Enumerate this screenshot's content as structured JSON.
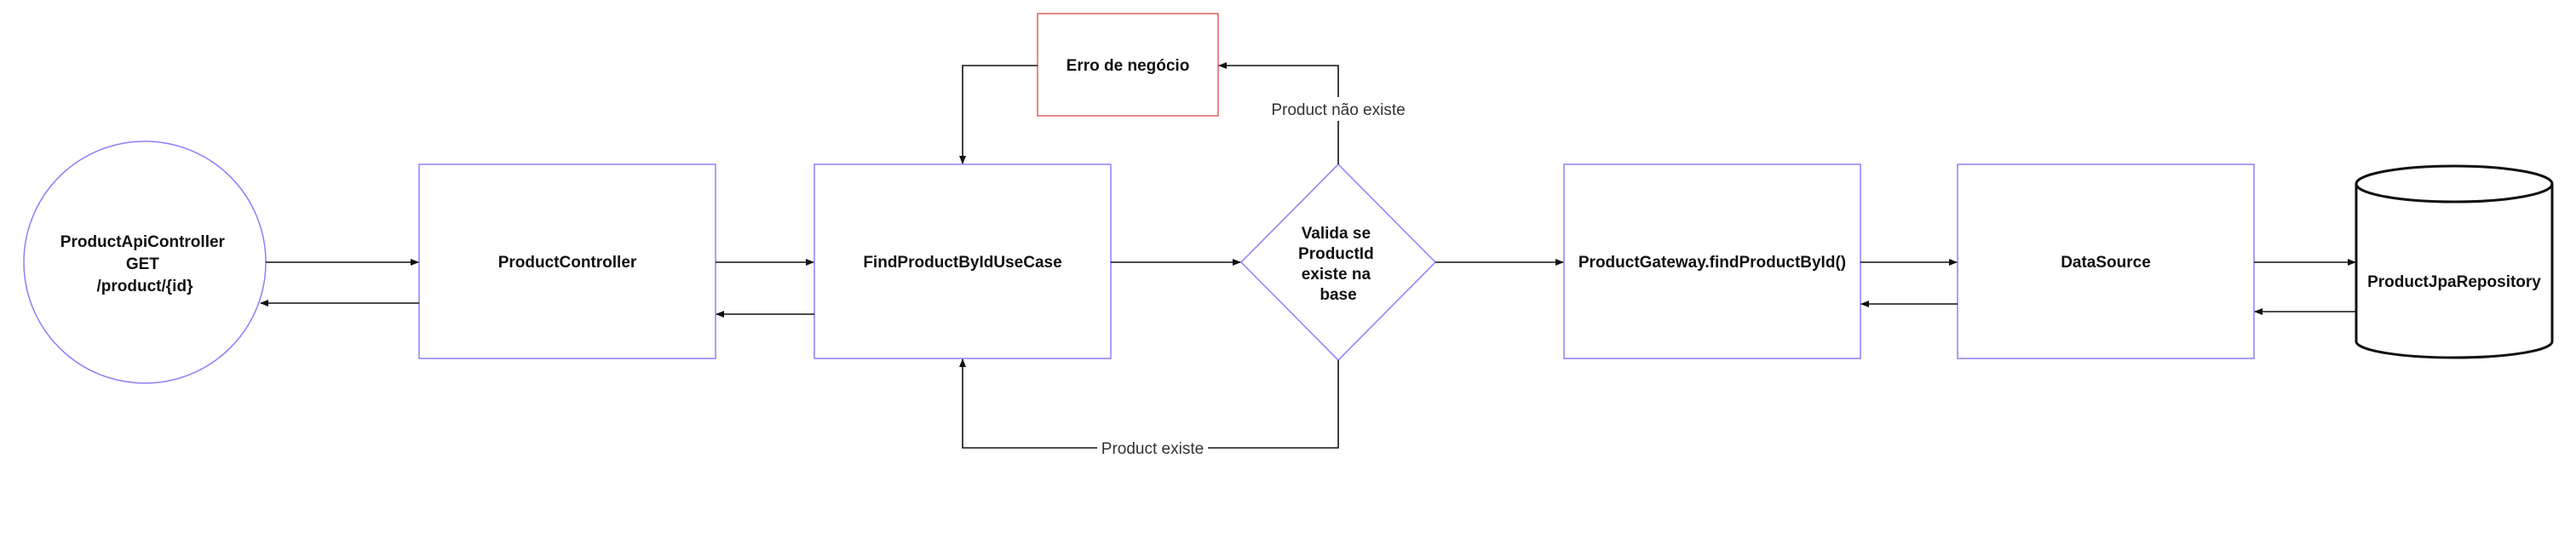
{
  "colors": {
    "node_border": "#8b80f9",
    "error_border": "#e06060",
    "cylinder_border": "#111111",
    "arrow": "#111111",
    "text": "#111111"
  },
  "nodes": {
    "api_controller": {
      "lines": [
        "ProductApiController",
        "GET",
        "/product/{id}"
      ]
    },
    "product_controller": {
      "label": "ProductController"
    },
    "use_case": {
      "label": "FindProductByIdUseCase"
    },
    "decision": {
      "lines": [
        "Valida se",
        "ProductId",
        "existe na",
        "base"
      ]
    },
    "error": {
      "label": "Erro de negócio"
    },
    "gateway": {
      "label": "ProductGateway.findProductById()"
    },
    "data_source": {
      "label": "DataSource"
    },
    "repository": {
      "label": "ProductJpaRepository"
    }
  },
  "edges": {
    "not_exists_label": "Product não existe",
    "exists_label": "Product  existe"
  }
}
